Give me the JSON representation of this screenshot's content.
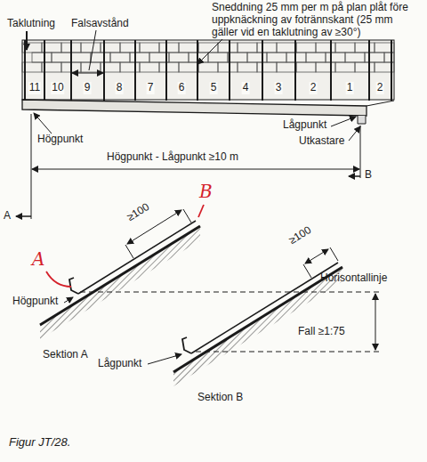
{
  "diagram": {
    "caption": "Figur JT/28.",
    "labels": [
      "Taklutning",
      "Falsavstånd",
      "Sneddning 25 mm per m på plan plåt före uppknäckning av fotrännskant (25 mm gäller vid en taklutning av ≥30°)",
      "11",
      "10",
      "9",
      "8",
      "7",
      "6",
      "5",
      "4",
      "3",
      "2",
      "1",
      "2",
      "Högpunkt",
      "Lågpunkt",
      "Utkastare",
      "Högpunkt - Lågpunkt ≥10 m",
      "A",
      "B",
      "A",
      "B",
      "≥100",
      "Horisontallinje",
      "≥100",
      "Högpunkt",
      "Lågpunkt",
      "Fall ≥1:75",
      "Sektion A",
      "Sektion B"
    ]
  }
}
